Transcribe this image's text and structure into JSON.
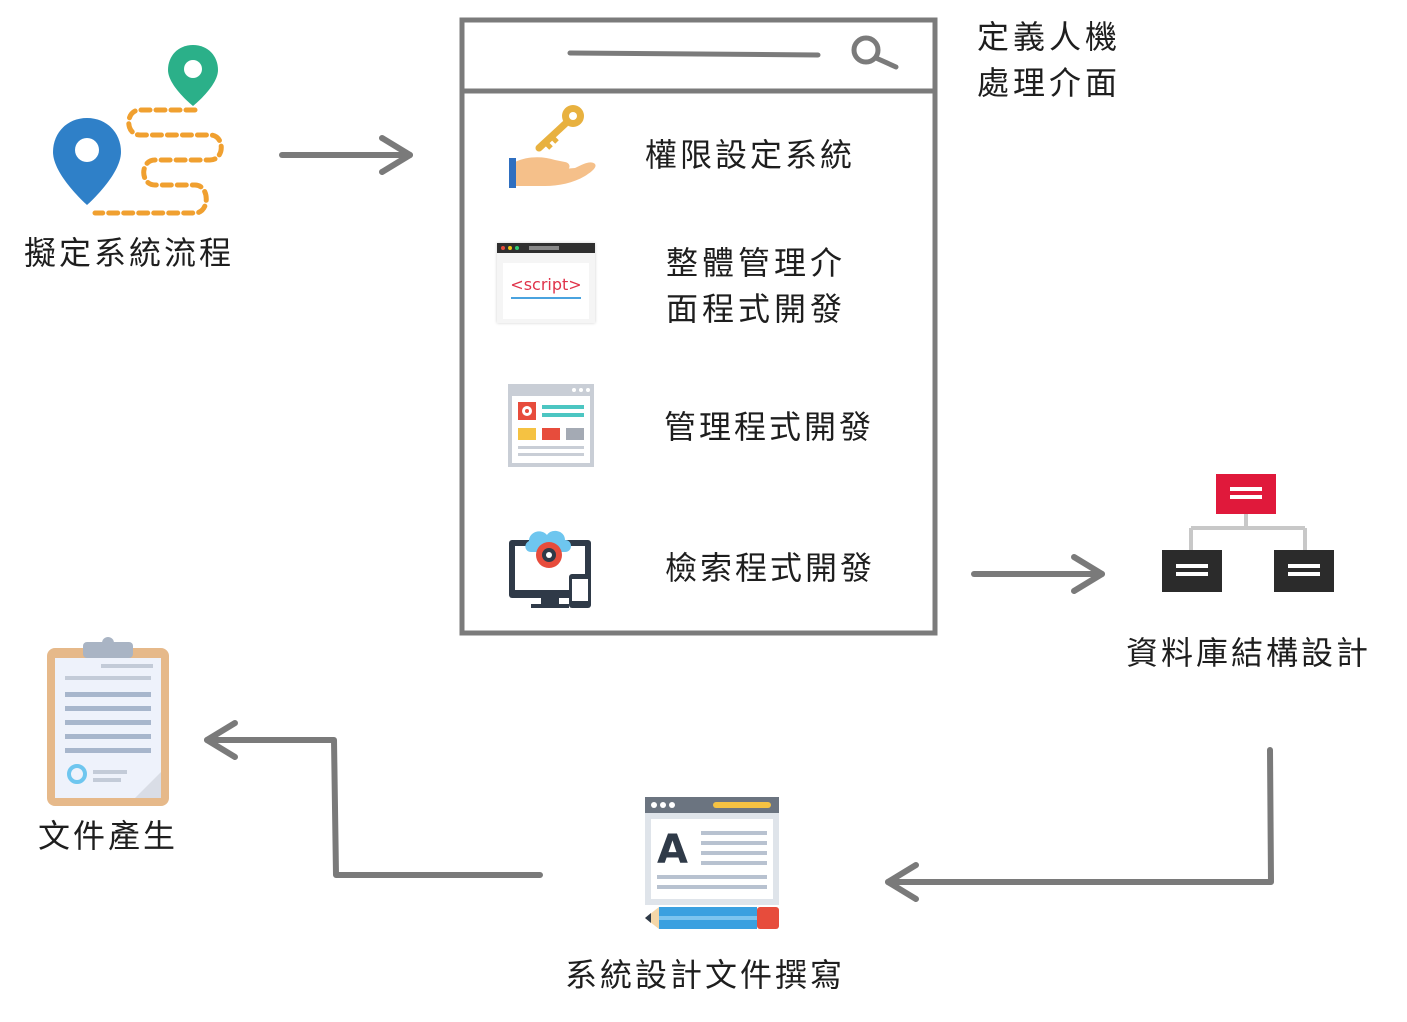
{
  "steps": {
    "flow": "擬定系統流程",
    "hmi_title_line1": "定義人機",
    "hmi_title_line2": "處理介面",
    "db": "資料庫結構設計",
    "doc_write": "系統設計文件撰寫",
    "doc_gen": "文件產生"
  },
  "panel_items": [
    {
      "icon": "key-hand-icon",
      "label": "權限設定系統"
    },
    {
      "icon": "script-window-icon",
      "label_line1": "整體管理介",
      "label_line2": "面程式開發",
      "script_text": "<script>"
    },
    {
      "icon": "admin-dashboard-icon",
      "label": "管理程式開發"
    },
    {
      "icon": "monitor-cloud-gear-icon",
      "label": "檢索程式開發"
    }
  ],
  "colors": {
    "arrow": "#7a7a7a",
    "panel_border": "#7b7b7b",
    "pin_blue": "#2f80c8",
    "pin_green": "#2bb089",
    "route_orange": "#f0a030",
    "db_red": "#e0193b",
    "db_dark": "#2b2b2b",
    "doc_red": "#e74c3c",
    "clipboard": "#e6b98a"
  }
}
